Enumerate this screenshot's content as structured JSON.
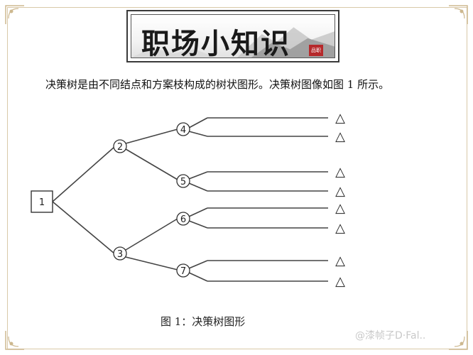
{
  "header": {
    "title": "职场小知识",
    "seal_text": "品职"
  },
  "intro": "决策树是由不同结点和方案枝构成的树状图形。决策树图像如图 1 所示。",
  "diagram": {
    "root_label": "1",
    "chance_nodes": [
      "2",
      "3",
      "4",
      "5",
      "6",
      "7"
    ],
    "terminal_symbol": "△",
    "terminal_count": 8
  },
  "caption": "图 1：决策树图形",
  "watermark": "@漆帧子D·Fal..",
  "colors": {
    "line": "#444444",
    "frame": "#d9c9a8",
    "seal": "#b6292b"
  }
}
